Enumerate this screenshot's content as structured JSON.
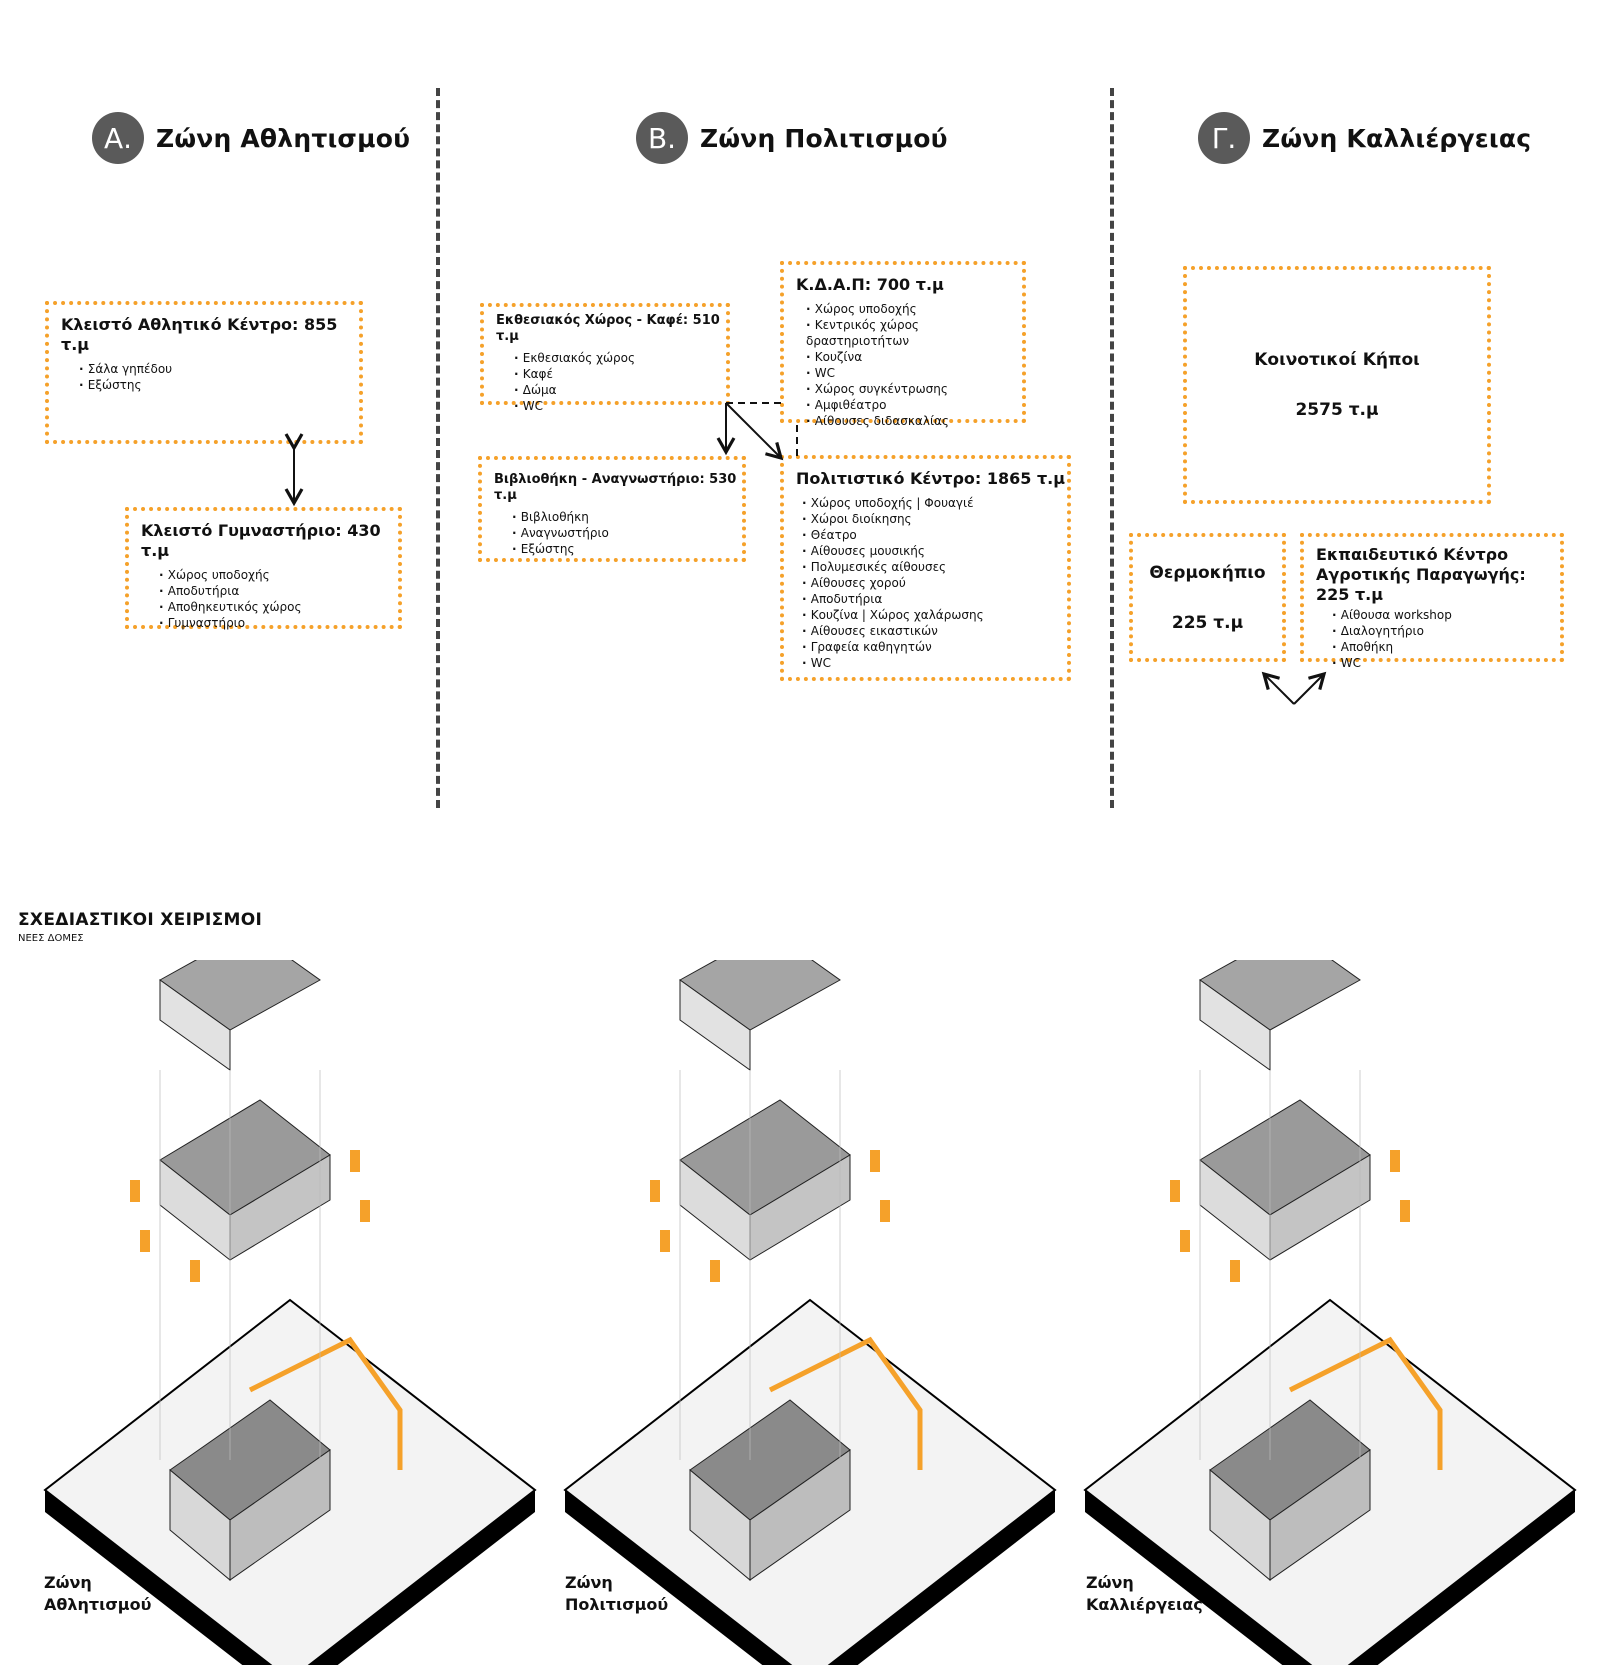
{
  "zones": [
    {
      "badge": "Α.",
      "title": "Ζώνη Αθλητισμού"
    },
    {
      "badge": "Β.",
      "title": "Ζώνη Πολιτισμού"
    },
    {
      "badge": "Γ.",
      "title": "Ζώνη Καλλιέργειας"
    }
  ],
  "athletics": {
    "sports_center": {
      "title": "Κλειστό Αθλητικό Κέντρο: 855 τ.μ",
      "items": [
        "Σάλα γηπέδου",
        "Εξώστης"
      ]
    },
    "gym": {
      "title": "Κλειστό Γυμναστήριο: 430 τ.μ",
      "items": [
        "Χώρος υποδοχής",
        "Αποδυτήρια",
        "Αποθηκευτικός χώρος",
        "Γυμναστήριο"
      ]
    }
  },
  "culture": {
    "exhibition": {
      "title": "Εκθεσιακός Χώρος - Καφέ: 510 τ.μ",
      "items": [
        "Εκθεσιακός χώρος",
        "Καφέ",
        "Δώμα",
        "WC"
      ]
    },
    "kdap": {
      "title": "Κ.Δ.Α.Π: 700 τ.μ",
      "items": [
        "Χώρος υποδοχής",
        "Κεντρικός χώρος δραστηριοτήτων",
        "Κουζίνα",
        "WC",
        "Χώρος συγκέντρωσης",
        "Αμφιθέατρο",
        "Αίθουσες διδασκαλίας"
      ]
    },
    "library": {
      "title": "Βιβλιοθήκη - Αναγνωστήριο: 530 τ.μ",
      "items": [
        "Βιβλιοθήκη",
        "Αναγνωστήριο",
        "Εξώστης"
      ]
    },
    "cultural_center": {
      "title": "Πολιτιστικό Κέντρο: 1865 τ.μ",
      "items": [
        "Χώρος υποδοχής | Φουαγιέ",
        "Χώροι διοίκησης",
        "Θέατρο",
        "Αίθουσες μουσικής",
        "Πολυμεσικές αίθουσες",
        "Αίθουσες χορού",
        "Αποδυτήρια",
        "Κουζίνα | Χώρος χαλάρωσης",
        "Αίθουσες εικαστικών",
        "Γραφεία καθηγητών",
        "WC"
      ]
    }
  },
  "cultivation": {
    "gardens": {
      "title": "Κοινοτικοί Κήποι",
      "area": "2575 τ.μ"
    },
    "greenhouse": {
      "title": "Θερμοκήπιο",
      "area": "225 τ.μ"
    },
    "education": {
      "title_line1": "Εκπαιδευτικό Κέντρο",
      "title_line2": "Αγροτικής Παραγωγής: 225 τ.μ",
      "items": [
        "Αίθουσα workshop",
        "Διαλογητήριο",
        "Αποθήκη",
        "WC"
      ]
    }
  },
  "design": {
    "title": "ΣΧΕΔΙΑΣΤΙΚΟΙ ΧΕΙΡΙΣΜΟΙ",
    "subtitle": "ΝΕΕΣ ΔΟΜΕΣ",
    "labels": [
      {
        "line1": "Ζώνη",
        "line2": "Αθλητισμού"
      },
      {
        "line1": "Ζώνη",
        "line2": "Πολιτισμού"
      },
      {
        "line1": "Ζώνη",
        "line2": "Καλλιέργειας"
      }
    ]
  },
  "colors": {
    "accent": "#f5a12a",
    "badge": "#5a5a5a",
    "dark": "#111111"
  }
}
